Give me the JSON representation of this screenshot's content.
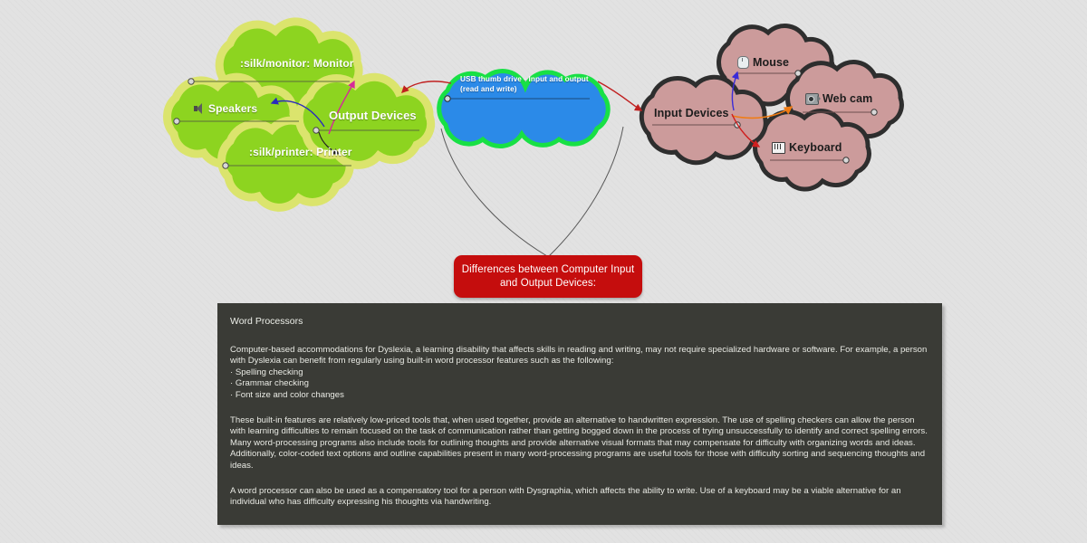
{
  "background": {
    "color": "#e2e2e2"
  },
  "root_node": {
    "label": "Differences between Computer Input\nand Output Devices:",
    "color": "#c50d0d",
    "text_color": "#ffffff"
  },
  "clusters": [
    {
      "name": "output-devices",
      "fill": "#8dd420",
      "stroke": "#d9e36a",
      "nodes": [
        {
          "name": "output-devices-node",
          "label": "Output Devices",
          "icon": null
        },
        {
          "name": "monitor-node",
          "label": ":silk/monitor: Monitor",
          "icon": null
        },
        {
          "name": "speakers-node",
          "label": "Speakers",
          "icon": "speaker-icon"
        },
        {
          "name": "printer-node",
          "label": ":silk/printer: Printer",
          "icon": null
        }
      ]
    },
    {
      "name": "usb-thumb-drive",
      "fill": "#2b8ae8",
      "stroke": "#18e045",
      "nodes": [
        {
          "name": "usb-thumb-drive-node",
          "label": "USB thumb drive - Input and output\n(read and write)",
          "icon": null
        }
      ]
    },
    {
      "name": "input-devices",
      "fill": "#cc9b9b",
      "stroke": "#2e2e2e",
      "nodes": [
        {
          "name": "input-devices-node",
          "label": "Input Devices",
          "icon": null
        },
        {
          "name": "mouse-node",
          "label": "Mouse",
          "icon": "mouse-icon"
        },
        {
          "name": "webcam-node",
          "label": "Web cam",
          "icon": "webcam-icon"
        },
        {
          "name": "keyboard-node",
          "label": "Keyboard",
          "icon": "keyboard-icon"
        }
      ]
    }
  ],
  "connectors": [
    {
      "name": "connector-outputdevices-to-monitor",
      "color": "#d6289a"
    },
    {
      "name": "connector-outputdevices-to-speakers",
      "color": "#2b2bbb"
    },
    {
      "name": "connector-outputdevices-to-printer",
      "color": "#232323"
    },
    {
      "name": "connector-usb-to-outputdevices",
      "color": "#c02020"
    },
    {
      "name": "connector-usb-to-inputdevices",
      "color": "#c02020"
    },
    {
      "name": "connector-inputdevices-to-mouse",
      "color": "#3b2bd8"
    },
    {
      "name": "connector-inputdevices-to-webcam",
      "color": "#f07c14"
    },
    {
      "name": "connector-inputdevices-to-keyboard",
      "color": "#cf1f1f"
    },
    {
      "name": "connector-root-to-output-cluster",
      "color": "#5a5a5a"
    },
    {
      "name": "connector-root-to-input-cluster",
      "color": "#5a5a5a"
    }
  ],
  "note_panel": {
    "title": "Word Processors",
    "background": "#3a3b36",
    "paragraphs": [
      "Computer-based accommodations for Dyslexia, a learning disability that affects skills in reading and writing, may not require specialized hardware or software. For example, a person with Dyslexia can benefit from regularly using built-in word processor features such as the following:",
      "These built-in features are relatively low-priced tools that, when used together, provide an alternative to handwritten expression. The use of spelling checkers can allow the person with learning difficulties to remain focused on the task of communication rather than getting bogged down in the process of trying unsuccessfully to identify and correct spelling errors. Many word-processing programs also include tools for outlining thoughts and provide alternative visual formats that may compensate for difficulty with organizing words and ideas. Additionally, color-coded text options and outline capabilities present in many word-processing programs are useful tools for those with difficulty sorting and sequencing thoughts and ideas.",
      "A word processor can also be used as a compensatory tool for a person with Dysgraphia, which affects the ability to write. Use of a keyboard may be a viable alternative for an individual who has difficulty expressing his thoughts via handwriting."
    ],
    "bullets": [
      "Spelling checking",
      "Grammar checking",
      "Font size and color changes"
    ]
  }
}
